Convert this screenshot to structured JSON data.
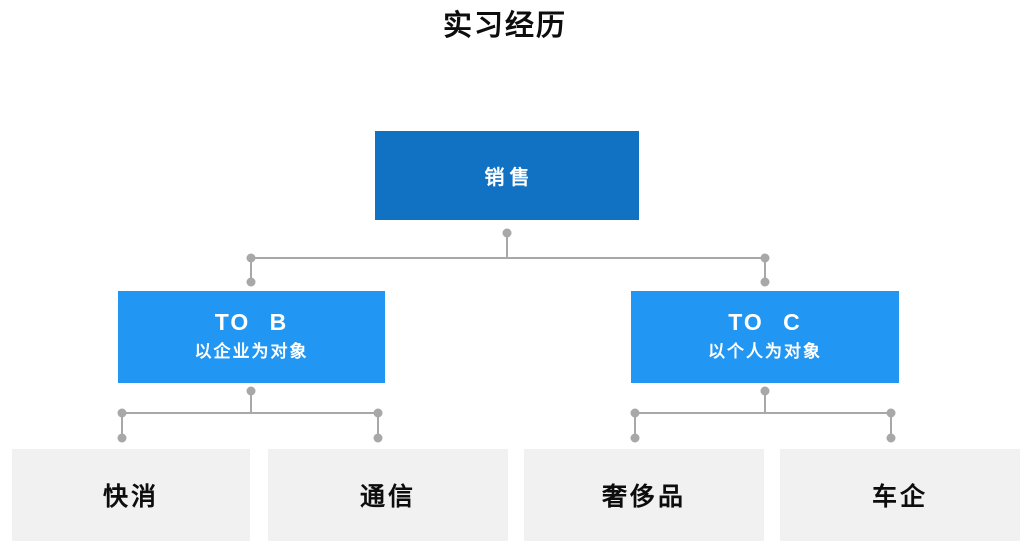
{
  "title": "实习经历",
  "colors": {
    "root_bg": "#1171C3",
    "branch_bg": "#2196F3",
    "leaf_bg": "#F1F1F1",
    "connector": "#A8A8A8",
    "title_color": "#0D0D0D",
    "leaf_text": "#0D0D0D",
    "node_text": "#FFFFFF"
  },
  "chart_data": {
    "type": "table",
    "title": "实习经历",
    "hierarchy": {
      "label": "销售",
      "children": [
        {
          "label": "TO B",
          "sublabel": "以企业为对象",
          "children": [
            {
              "label": "快消"
            },
            {
              "label": "通信"
            }
          ]
        },
        {
          "label": "TO C",
          "sublabel": "以个人为对象",
          "children": [
            {
              "label": "奢侈品"
            },
            {
              "label": "车企"
            }
          ]
        }
      ]
    }
  },
  "tree": {
    "root": {
      "label": "销售"
    },
    "branches": [
      {
        "label": "TO B",
        "sublabel": "以企业为对象",
        "children": [
          {
            "label": "快消"
          },
          {
            "label": "通信"
          }
        ]
      },
      {
        "label": "TO C",
        "sublabel": "以个人为对象",
        "children": [
          {
            "label": "奢侈品"
          },
          {
            "label": "车企"
          }
        ]
      }
    ]
  }
}
